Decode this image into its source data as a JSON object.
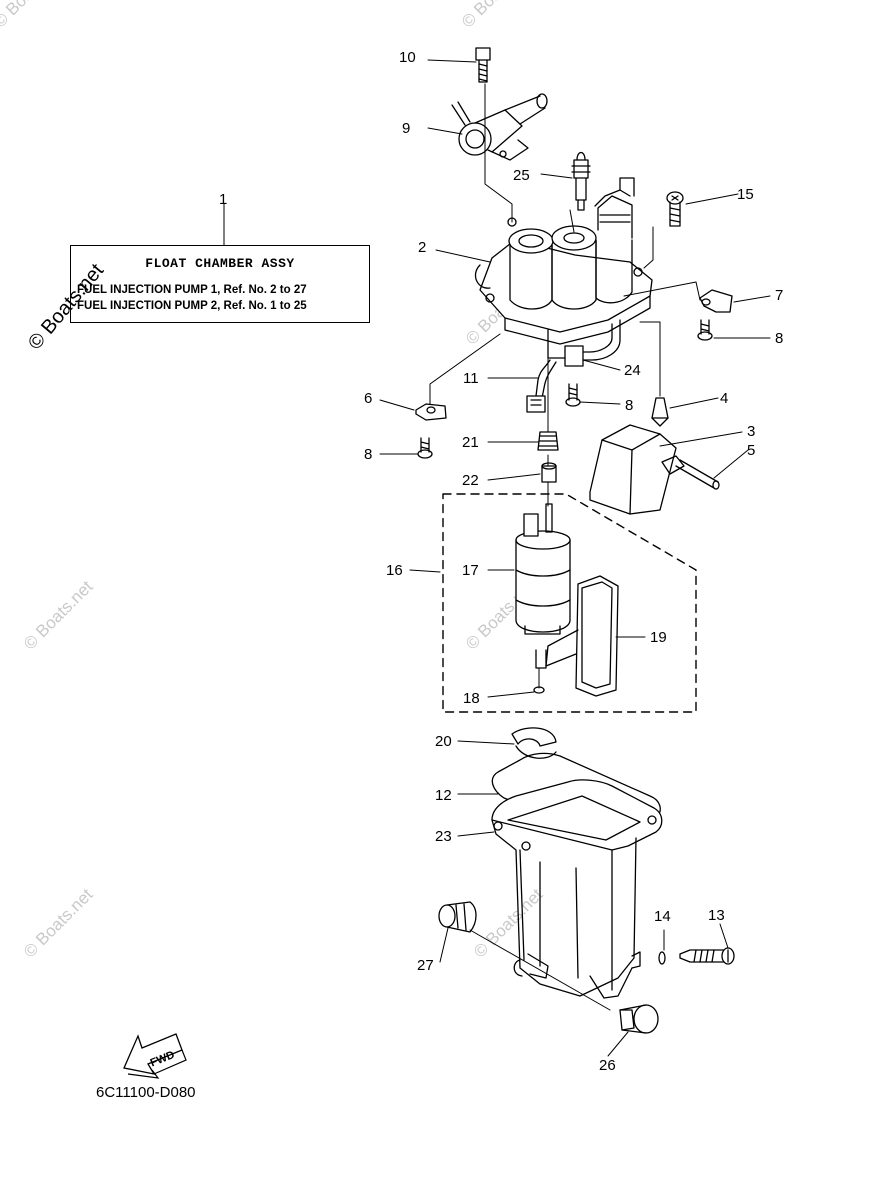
{
  "legend": {
    "title": "FLOAT CHAMBER ASSY",
    "line1": "FUEL INJECTION PUMP 1,  Ref. No. 2 to 27",
    "line2": "FUEL INJECTION PUMP 2,  Ref. No. 1 to 25"
  },
  "diagram_code": "6C11100-D080",
  "fwd_label": "FWD",
  "watermark": "© Boats.net",
  "callouts": {
    "c1": "1",
    "c2": "2",
    "c3": "3",
    "c4": "4",
    "c5": "5",
    "c6": "6",
    "c7": "7",
    "c8a": "8",
    "c8b": "8",
    "c8c": "8",
    "c9": "9",
    "c10": "10",
    "c11": "11",
    "c12": "12",
    "c13": "13",
    "c14": "14",
    "c15": "15",
    "c16": "16",
    "c17": "17",
    "c18": "18",
    "c19": "19",
    "c20": "20",
    "c21": "21",
    "c22": "22",
    "c23": "23",
    "c24": "24",
    "c25": "25",
    "c26": "26",
    "c27": "27"
  },
  "colors": {
    "ink": "#000000",
    "watermark": "#c9c9c9",
    "background": "#ffffff"
  }
}
